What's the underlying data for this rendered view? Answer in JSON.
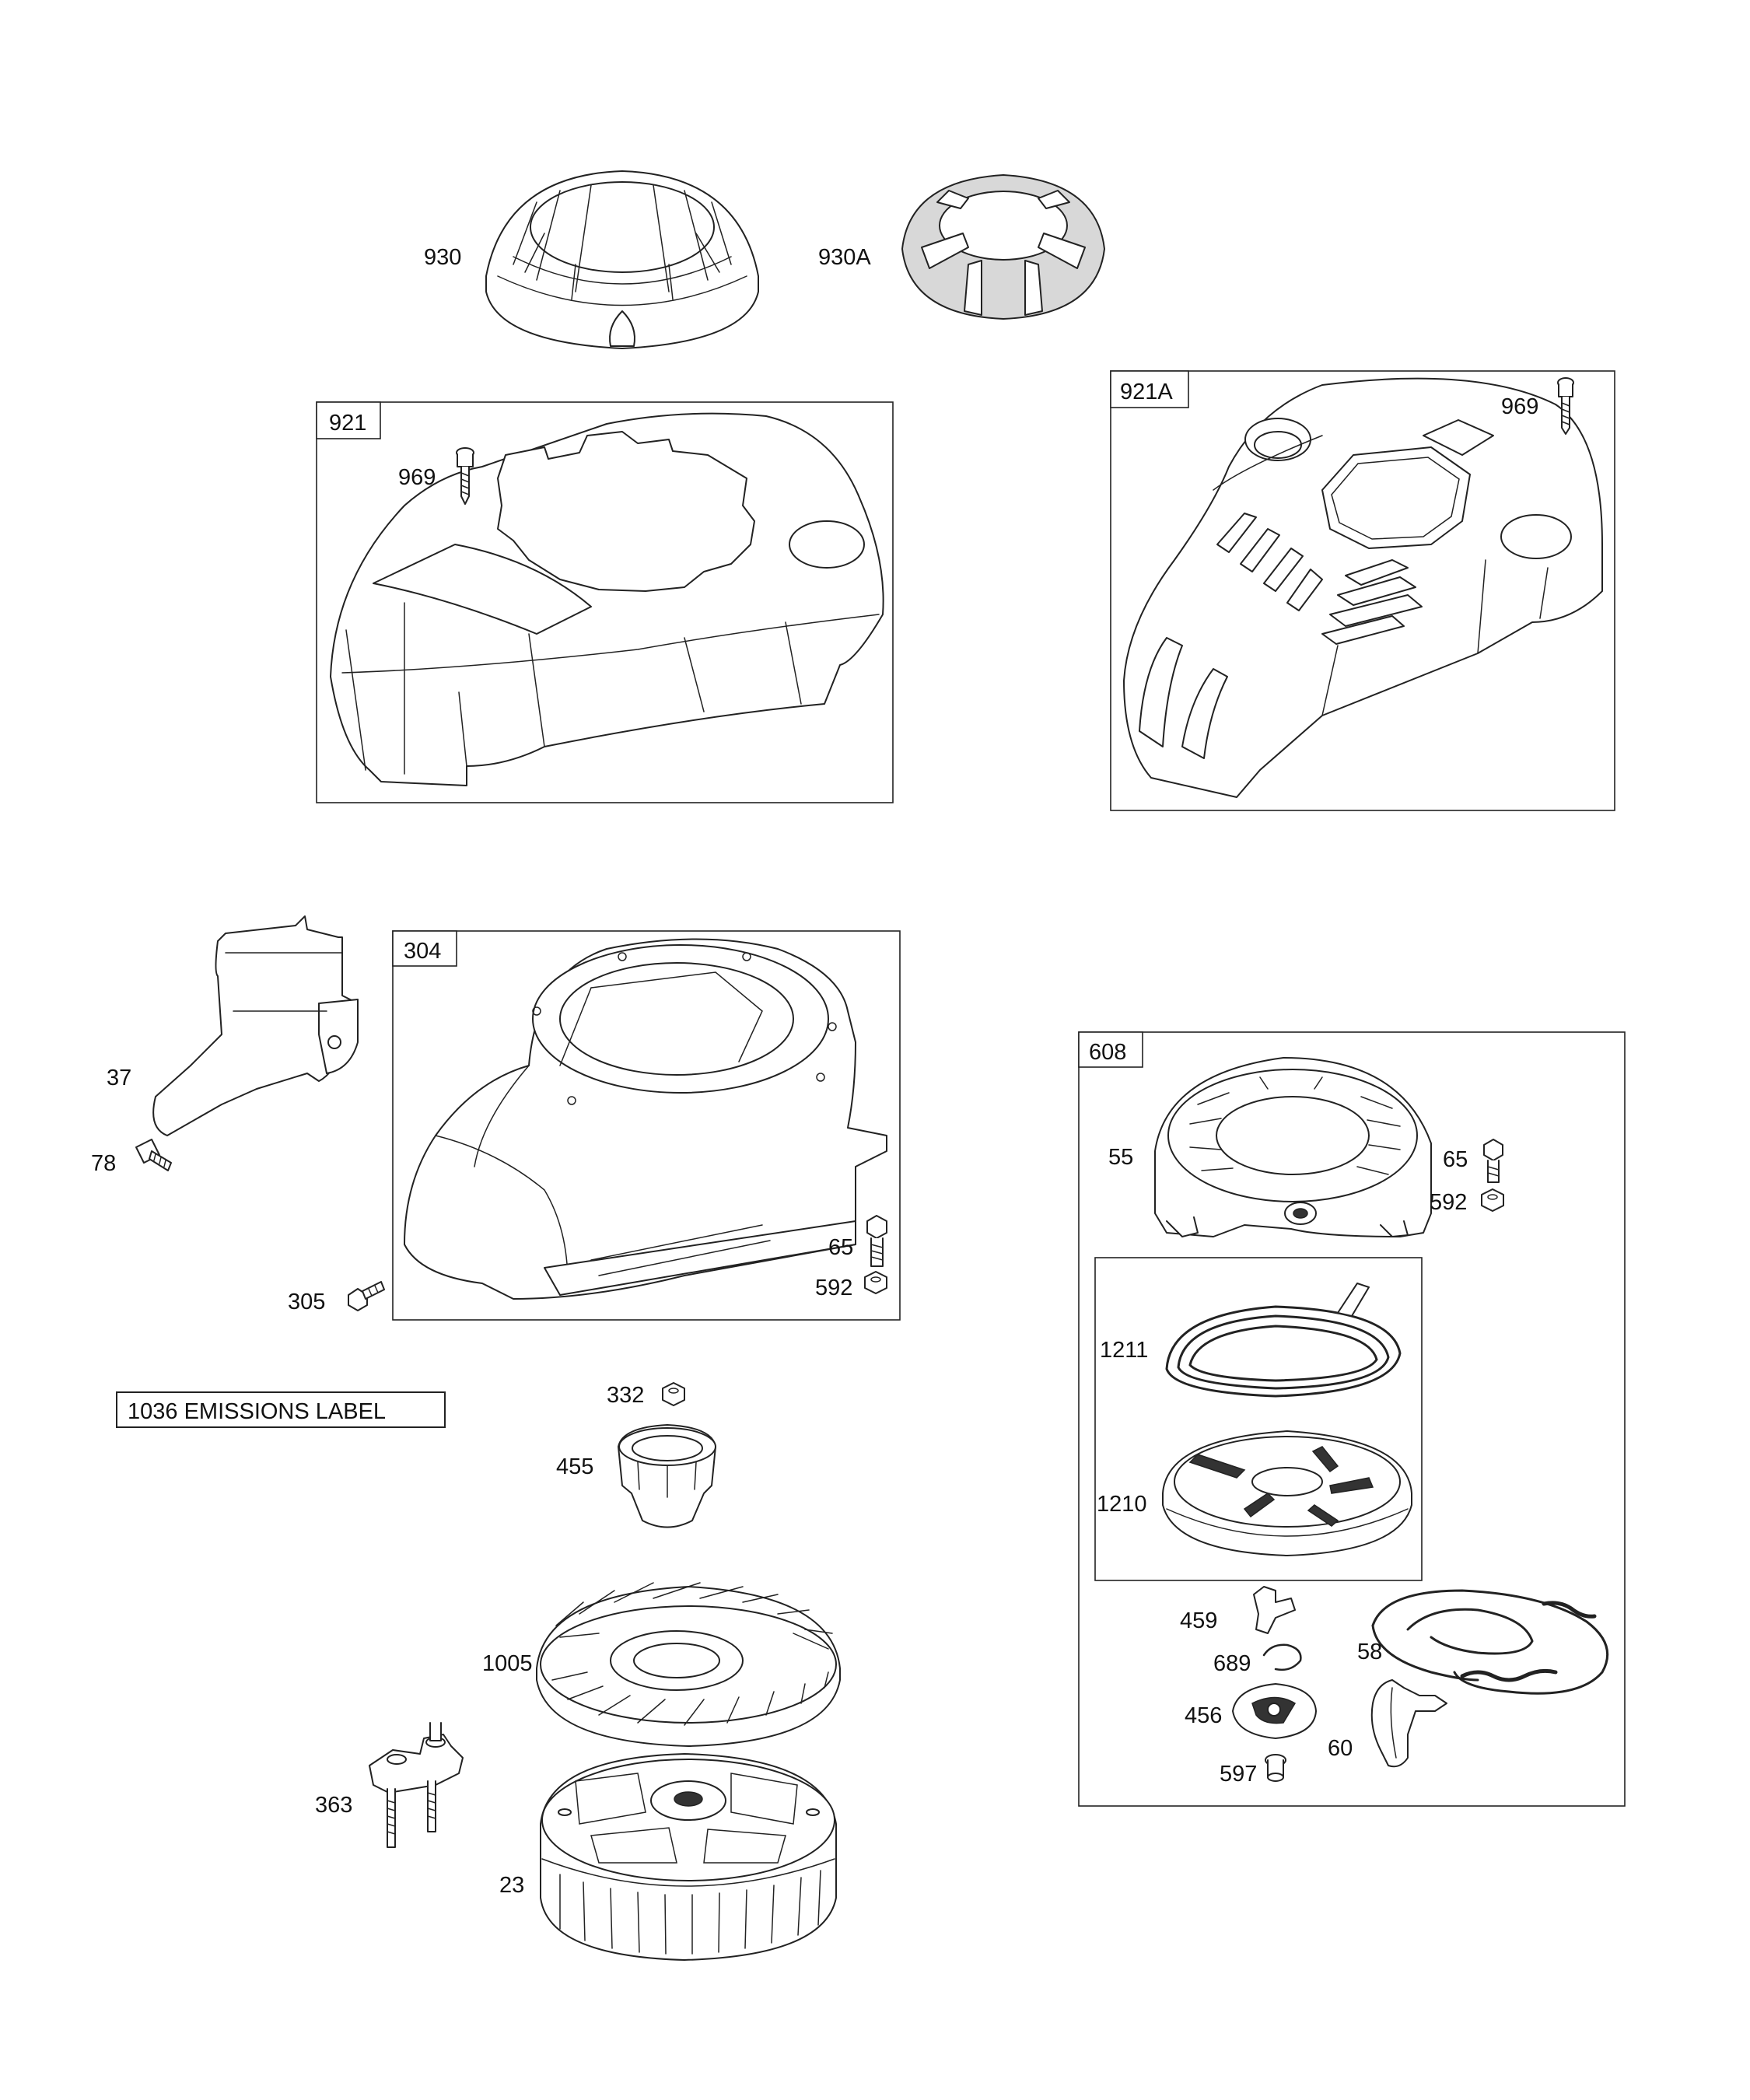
{
  "labels": {
    "930": "930",
    "930A": "930A",
    "921": "921",
    "969_a": "969",
    "921A": "921A",
    "969_b": "969",
    "37": "37",
    "78": "78",
    "304": "304",
    "305": "305",
    "65_a": "65",
    "592_a": "592",
    "608": "608",
    "55": "55",
    "65_b": "65",
    "592_b": "592",
    "1211": "1211",
    "1210": "1210",
    "459": "459",
    "689": "689",
    "58": "58",
    "456": "456",
    "60": "60",
    "597": "597",
    "emissions": "1036 EMISSIONS LABEL",
    "332": "332",
    "455": "455",
    "1005": "1005",
    "363": "363",
    "23": "23"
  },
  "icons": [
    "blower-housing-icon",
    "rewind-starter-icon",
    "flywheel-icon",
    "bolt-icon",
    "nut-icon"
  ]
}
